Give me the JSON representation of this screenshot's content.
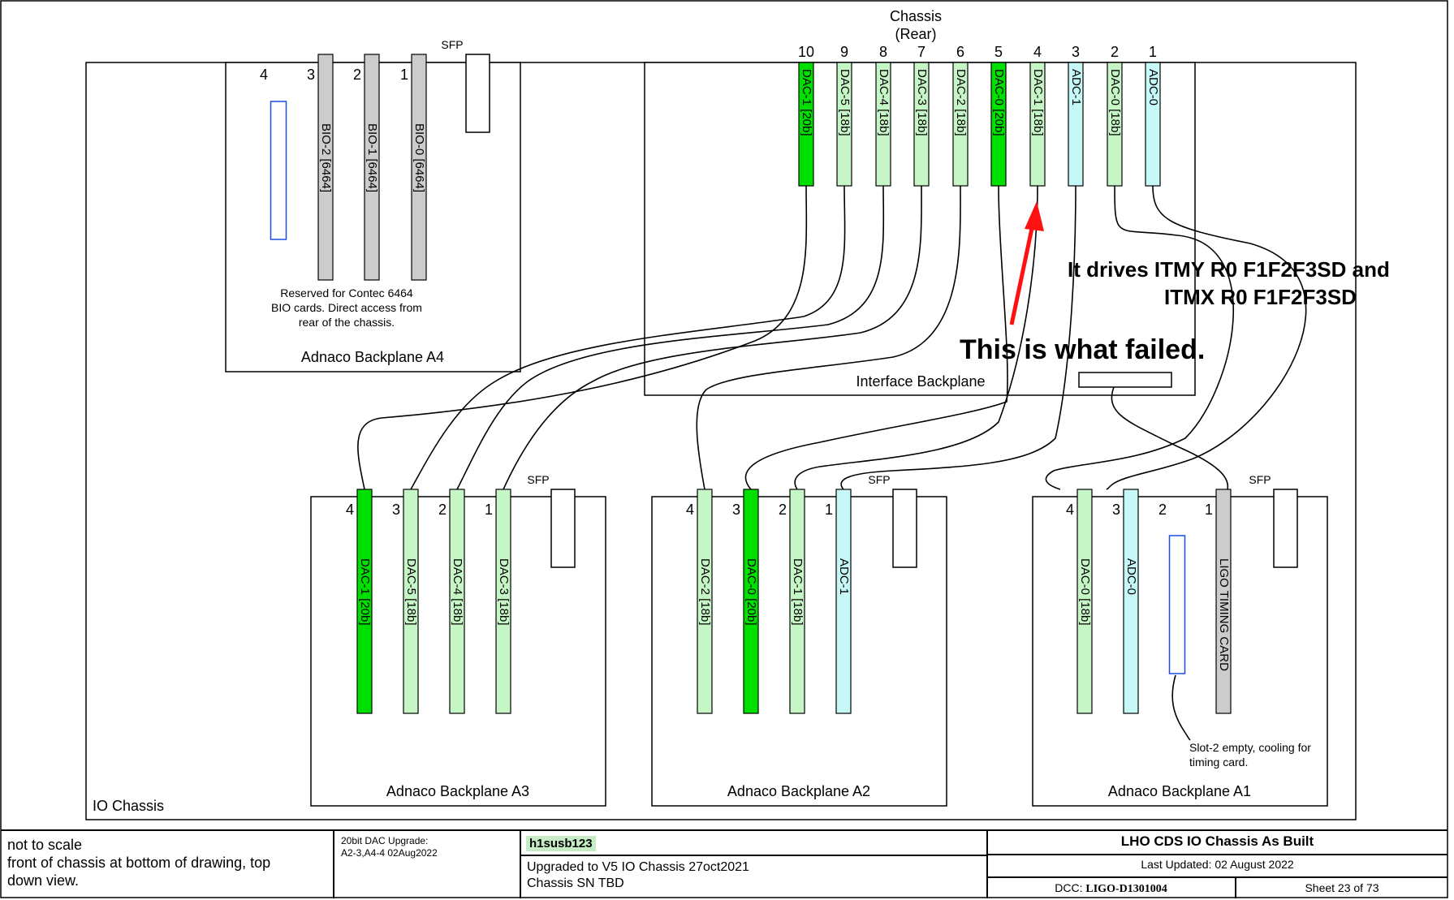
{
  "colors": {
    "dac20": "#00e000",
    "dac18": "#c6f5c6",
    "adc": "#c6f8f8",
    "bio": "#cccccc",
    "timing": "#cccccc",
    "empty": "#ffffff",
    "annotation_red": "#ff1111",
    "annotation_magenta": "#ff22ff",
    "outline_blue": "#1a4fe0"
  },
  "header": {
    "line1": "Chassis",
    "line2": "(Rear)"
  },
  "io_chassis_label": "IO Chassis",
  "a4": {
    "title": "Adnaco Backplane A4",
    "sfp": "SFP",
    "note": [
      "Reserved for Contec 6464",
      "BIO cards. Direct access from",
      "rear of the chassis."
    ],
    "slots": [
      {
        "num": "4",
        "label": "",
        "kind": "outline"
      },
      {
        "num": "3",
        "label": "BIO-2 [6464]",
        "kind": "bio"
      },
      {
        "num": "2",
        "label": "BIO-1 [6464]",
        "kind": "bio"
      },
      {
        "num": "1",
        "label": "BIO-0 [6464]",
        "kind": "bio"
      }
    ]
  },
  "interface": {
    "title": "Interface Backplane",
    "slots": [
      {
        "num": "10",
        "label": "DAC-1 [20b]",
        "kind": "dac20"
      },
      {
        "num": "9",
        "label": "DAC-5 [18b]",
        "kind": "dac18"
      },
      {
        "num": "8",
        "label": "DAC-4 [18b]",
        "kind": "dac18"
      },
      {
        "num": "7",
        "label": "DAC-3 [18b]",
        "kind": "dac18"
      },
      {
        "num": "6",
        "label": "DAC-2 [18b]",
        "kind": "dac18"
      },
      {
        "num": "5",
        "label": "DAC-0 [20b]",
        "kind": "dac20"
      },
      {
        "num": "4",
        "label": "DAC-1 [18b]",
        "kind": "dac18"
      },
      {
        "num": "3",
        "label": "ADC-1",
        "kind": "adc"
      },
      {
        "num": "2",
        "label": "DAC-0 [18b]",
        "kind": "dac18"
      },
      {
        "num": "1",
        "label": "ADC-0",
        "kind": "adc"
      }
    ]
  },
  "a3": {
    "title": "Adnaco Backplane A3",
    "sfp": "SFP",
    "slots": [
      {
        "num": "4",
        "label": "DAC-1 [20b]",
        "kind": "dac20"
      },
      {
        "num": "3",
        "label": "DAC-5 [18b]",
        "kind": "dac18"
      },
      {
        "num": "2",
        "label": "DAC-4 [18b]",
        "kind": "dac18"
      },
      {
        "num": "1",
        "label": "DAC-3 [18b]",
        "kind": "dac18"
      }
    ]
  },
  "a2": {
    "title": "Adnaco Backplane A2",
    "sfp": "SFP",
    "slots": [
      {
        "num": "4",
        "label": "DAC-2 [18b]",
        "kind": "dac18"
      },
      {
        "num": "3",
        "label": "DAC-0 [20b]",
        "kind": "dac20"
      },
      {
        "num": "2",
        "label": "DAC-1 [18b]",
        "kind": "dac18"
      },
      {
        "num": "1",
        "label": "ADC-1",
        "kind": "adc"
      }
    ]
  },
  "a1": {
    "title": "Adnaco Backplane A1",
    "sfp": "SFP",
    "note": [
      "Slot-2 empty, cooling for",
      "timing card."
    ],
    "slots": [
      {
        "num": "4",
        "label": "DAC-0 [18b]",
        "kind": "dac18"
      },
      {
        "num": "3",
        "label": "ADC-0",
        "kind": "adc"
      },
      {
        "num": "2",
        "label": "",
        "kind": "outline"
      },
      {
        "num": "1",
        "label": "LIGO TIMING CARD",
        "kind": "timing"
      }
    ]
  },
  "annotations": {
    "failed": "This is what failed.",
    "drives_line1": "It drives ITMY R0 F1F2F3SD and",
    "drives_line2": "ITMX R0 F1F2F3SD"
  },
  "title_block": {
    "notes": [
      "not to scale",
      "front of chassis at bottom of drawing, top",
      "down view."
    ],
    "upgrade": [
      "20bit DAC Upgrade:",
      "A2-3,A4-4 02Aug2022"
    ],
    "host": "h1susb123",
    "upgrade_notes": [
      "Upgraded to V5 IO Chassis 27oct2021",
      "Chassis SN TBD"
    ],
    "doc_title": "LHO CDS IO Chassis As Built",
    "last_updated": "Last Updated: 02 August 2022",
    "dcc_label": "DCC:",
    "dcc_number": "LIGO-D1301004",
    "sheet": "Sheet 23 of 73"
  }
}
